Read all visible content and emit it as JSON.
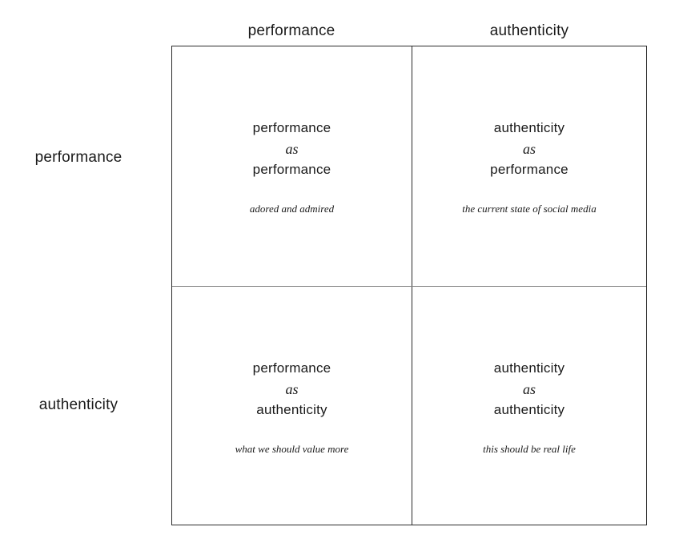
{
  "diagram": {
    "type": "2x2-matrix",
    "column_headers": [
      "performance",
      "authenticity"
    ],
    "row_labels": [
      "performance",
      "authenticity"
    ],
    "connector": "as",
    "colors": {
      "outer_border": "#2b2b2b",
      "vertical_divider": "#2b2b2b",
      "horizontal_divider": "#808080",
      "text": "#1a1a1a",
      "background": "#ffffff"
    },
    "cells": {
      "top_left": {
        "top_term": "performance",
        "connector": "as",
        "bottom_term": "performance",
        "caption": "adored and admired"
      },
      "top_right": {
        "top_term": "authenticity",
        "connector": "as",
        "bottom_term": "performance",
        "caption": "the current state of social media"
      },
      "bottom_left": {
        "top_term": "performance",
        "connector": "as",
        "bottom_term": "authenticity",
        "caption": "what we should value more"
      },
      "bottom_right": {
        "top_term": "authenticity",
        "connector": "as",
        "bottom_term": "authenticity",
        "caption": "this should be real life"
      }
    }
  }
}
